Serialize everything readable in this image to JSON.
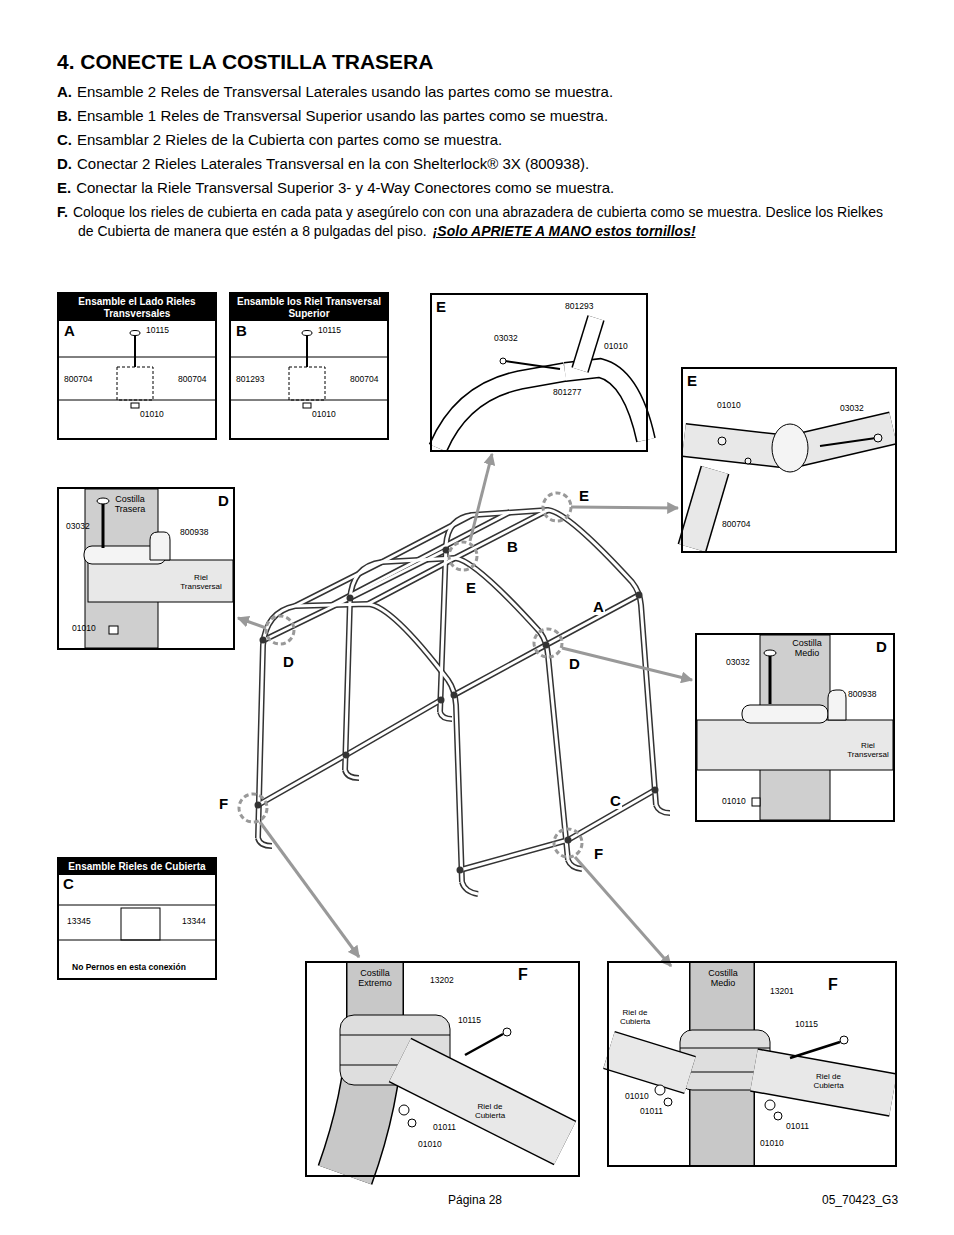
{
  "diagram": {
    "title": "4. CONECTE LA COSTILLA TRASERA",
    "nodes": [
      {
        "text": [
          "Ensamble el Lado Rieles Transversales",
          "A",
          "10115",
          "800704",
          "800704",
          "01010"
        ]
      },
      {
        "text": [
          "Ensamble los Riel Transversal Superior",
          "B",
          "10115",
          "801293",
          "800704",
          "01010"
        ]
      },
      {
        "text": [
          "E",
          "801293",
          "03032",
          "01010",
          "801277"
        ]
      },
      {
        "text": [
          "E",
          "01010",
          "03032",
          "800704"
        ]
      },
      {
        "text": [
          "D",
          "Costilla Trasera",
          "03032",
          "800938",
          "Riel Transversal",
          "01010"
        ]
      },
      {
        "text": [
          "D",
          "Costilla Medio",
          "03032",
          "800938",
          "Riel Transversal",
          "01010"
        ]
      },
      {
        "text": [
          "Ensamble Rieles de Cubierta",
          "C",
          "13345",
          "13344",
          "No Pernos en esta conexión"
        ]
      },
      {
        "text": [
          "F",
          "Costilla Extremo",
          "13202",
          "10115",
          "Riel de Cubierta",
          "01011",
          "01010"
        ]
      },
      {
        "text": [
          "F",
          "Costilla Medio",
          "13201",
          "10115",
          "Riel de Cubierta",
          "Riel de Cubierta",
          "01010",
          "01011",
          "01011",
          "01010"
        ]
      }
    ],
    "labels": [
      "A.",
      "Ensamble 2 Reles de Transversal Laterales usando las partes como se muestra.",
      "B.",
      "Ensamble 1 Reles de Transversal Superior usando las partes como se muestra.",
      "C.",
      "Ensamblar 2 Rieles de la Cubierta con partes como se muestra.",
      "D.",
      "Conectar 2 Rieles Laterales Transversal en la con Shelterlock® 3X (800938).",
      "E.",
      "Conectar la Riele Transversal Superior 3- y 4-Way Conectores como se muestra.",
      "F.",
      "Coloque los rieles de cubierta en cada pata y asegúrelo con con una abrazadera de cubierta como se muestra. Deslice los Rielkes de Cubierta de manera que estén a 8 pulgadas del piso.",
      "¡Solo APRIETE A MANO estos tornillos!",
      "E",
      "B",
      "E",
      "A",
      "D",
      "D",
      "F",
      "C",
      "F",
      "Página 28",
      "05_70423_G3"
    ]
  }
}
